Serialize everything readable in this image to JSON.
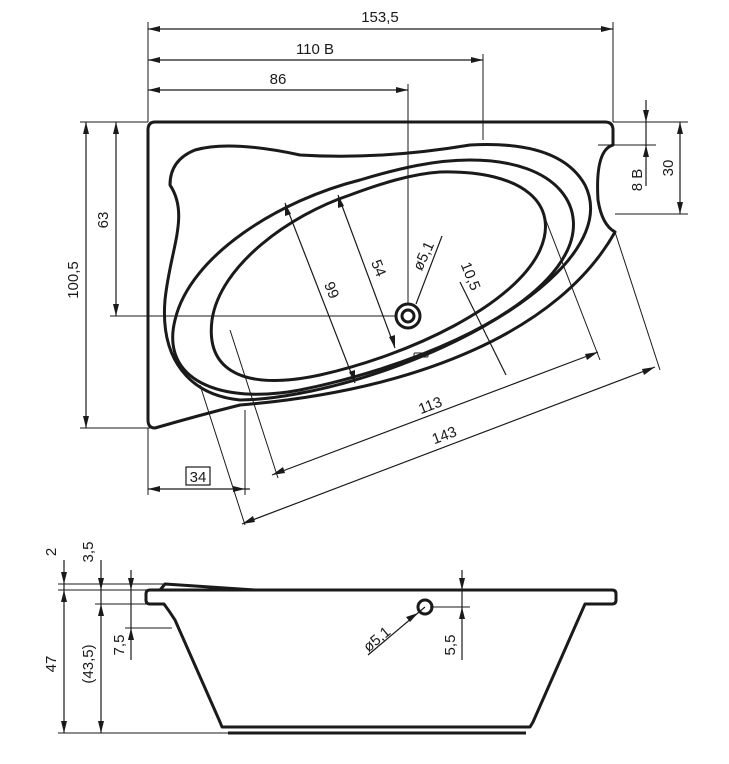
{
  "top_view": {
    "width_total": "153,5",
    "width_to_rim_step": "110 B",
    "width_to_drain": "86",
    "rim_step_height": "8 B",
    "side_offset": "30",
    "depth_total": "100,5",
    "depth_to_drain": "63",
    "inner_width_a": "99",
    "inner_width_b": "54",
    "drain_diameter": "ø5,1",
    "drain_offset": "10,5",
    "inner_length": "113",
    "outer_length": "143",
    "corner_offset": "34"
  },
  "side_view": {
    "rim_thickness": "2",
    "rim_height": "3,5",
    "total_height": "47",
    "inner_depth": "(43,5)",
    "step_height": "7,5",
    "overflow_diameter": "ø5,1",
    "overflow_offset": "5,5"
  }
}
